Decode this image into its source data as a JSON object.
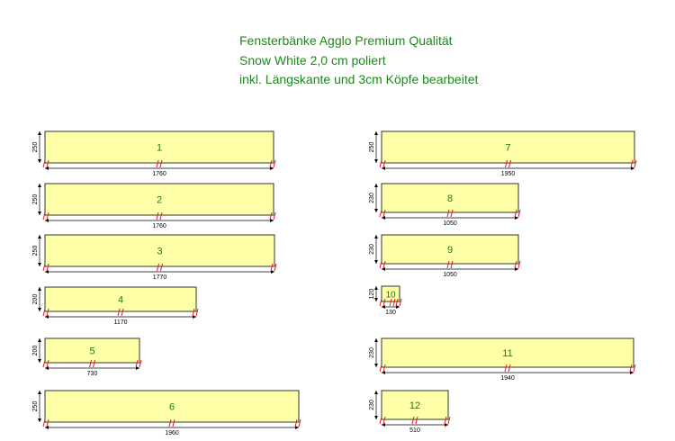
{
  "header": {
    "line1": "Fensterbänke Agglo Premium Qualität",
    "line2": "Snow White 2,0 cm poliert",
    "line3": "inkl. Längskante und 3cm Köpfe bearbeitet"
  },
  "colors": {
    "title": "#1a8a1a",
    "panel_fill": "#ffffa8",
    "panel_stroke": "#333333",
    "panel_label": "#1a7a1a",
    "edge_mark": "#e02020",
    "dimension": "#000000"
  },
  "pieces": [
    {
      "id": "1",
      "length": "1760",
      "depth": "250"
    },
    {
      "id": "2",
      "length": "1760",
      "depth": "250"
    },
    {
      "id": "3",
      "length": "1770",
      "depth": "250"
    },
    {
      "id": "4",
      "length": "1170",
      "depth": "200"
    },
    {
      "id": "5",
      "length": "730",
      "depth": "200"
    },
    {
      "id": "6",
      "length": "1960",
      "depth": "250"
    },
    {
      "id": "7",
      "length": "1950",
      "depth": "250"
    },
    {
      "id": "8",
      "length": "1050",
      "depth": "230"
    },
    {
      "id": "9",
      "length": "1050",
      "depth": "230"
    },
    {
      "id": "10",
      "length": "130",
      "depth": "120"
    },
    {
      "id": "11",
      "length": "1940",
      "depth": "230"
    },
    {
      "id": "12",
      "length": "510",
      "depth": "230"
    }
  ]
}
